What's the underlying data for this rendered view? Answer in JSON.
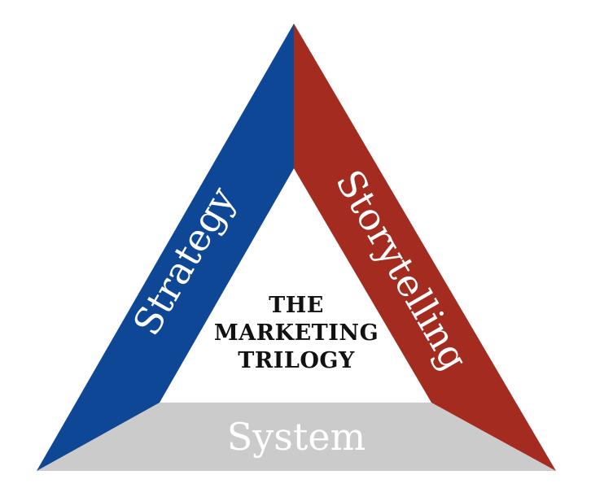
{
  "diagram": {
    "center_title": {
      "line1": "THE",
      "line2": "MARKETING",
      "line3": "TRILOGY"
    },
    "sides": {
      "left": "Strategy",
      "right": "Storytelling",
      "bottom": "System"
    },
    "colors": {
      "left": "#0e4796",
      "right": "#a32b20",
      "bottom": "#cbcbcb",
      "label": "#ffffff",
      "title": "#111111"
    }
  }
}
